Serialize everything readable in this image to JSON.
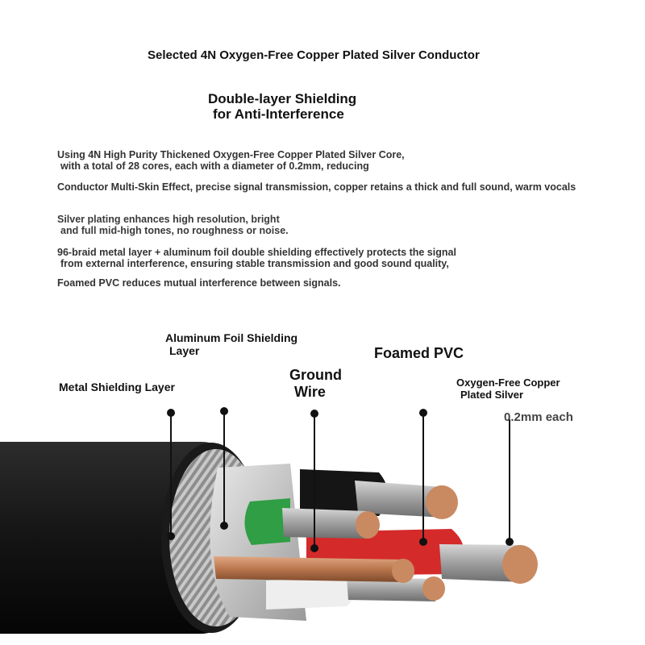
{
  "headings": {
    "conductor_title": "Selected 4N Oxygen-Free Copper Plated Silver Conductor",
    "shielding_title_line1": "Double-layer Shielding",
    "shielding_title_line2": "for Anti-Interference"
  },
  "paragraphs": {
    "p1_line1": "Using 4N High Purity Thickened Oxygen-Free Copper Plated Silver Core,",
    "p1_line2": "with a total of 28 cores, each with a diameter of 0.2mm, reducing",
    "p2": "Conductor Multi-Skin Effect, precise signal transmission, copper retains a thick and full sound, warm vocals",
    "p3_line1": "Silver plating enhances high resolution, bright",
    "p3_line2": "and full mid-high tones, no roughness or noise.",
    "p4_line1": "96-braid metal layer + aluminum foil double shielding effectively protects the signal",
    "p4_line2": "from external interference, ensuring stable transmission and good sound quality,",
    "p5": "Foamed PVC reduces mutual interference between signals."
  },
  "callouts": {
    "foil_line1": "Aluminum Foil Shielding",
    "foil_line2": "Layer",
    "foamed_pvc": "Foamed PVC",
    "ground_line1": "Ground",
    "ground_line2": "Wire",
    "metal_shield": "Metal Shielding Layer",
    "ofc_line1": "Oxygen-Free Copper",
    "ofc_line2": "Plated Silver",
    "diameter": "0.2mm each"
  },
  "colors": {
    "jacket": "#1e1e1e",
    "copper": "#c98a62",
    "silver": "#b8b8b8",
    "red_core": "#d42a2a",
    "green_core": "#2f9e44",
    "white_core": "#eeeeee"
  }
}
